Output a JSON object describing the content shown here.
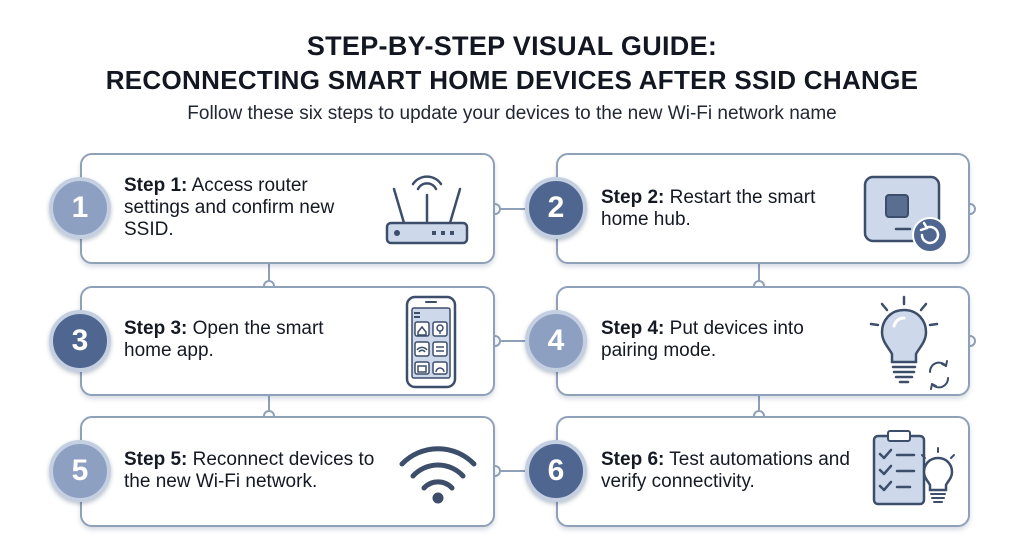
{
  "header": {
    "title_line1": "STEP-BY-STEP VISUAL GUIDE:",
    "title_line2": "RECONNECTING SMART HOME DEVICES AFTER SSID CHANGE",
    "subtitle": "Follow these six steps to update your devices to the new Wi-Fi network name"
  },
  "steps": [
    {
      "number": "1",
      "label": "Step 1:",
      "text": "Access router settings and confirm new SSID.",
      "icon": "router-icon"
    },
    {
      "number": "2",
      "label": "Step 2:",
      "text": "Restart the smart home hub.",
      "icon": "hub-restart-icon"
    },
    {
      "number": "3",
      "label": "Step 3:",
      "text": "Open the smart home app.",
      "icon": "smartphone-app-icon"
    },
    {
      "number": "4",
      "label": "Step 4:",
      "text": "Put devices into pairing mode.",
      "icon": "lightbulb-pairing-icon"
    },
    {
      "number": "5",
      "label": "Step 5:",
      "text": "Reconnect devices to the new Wi-Fi network.",
      "icon": "wifi-icon"
    },
    {
      "number": "6",
      "label": "Step 6:",
      "text": "Test automations and verify connectivity.",
      "icon": "checklist-bulb-icon"
    }
  ],
  "colors": {
    "badge_light": "#8ea0c2",
    "badge_dark": "#4f6790",
    "card_border": "#8fa0b9",
    "icon_stroke": "#3d4e6b",
    "icon_fill": "#cdd8ea"
  }
}
